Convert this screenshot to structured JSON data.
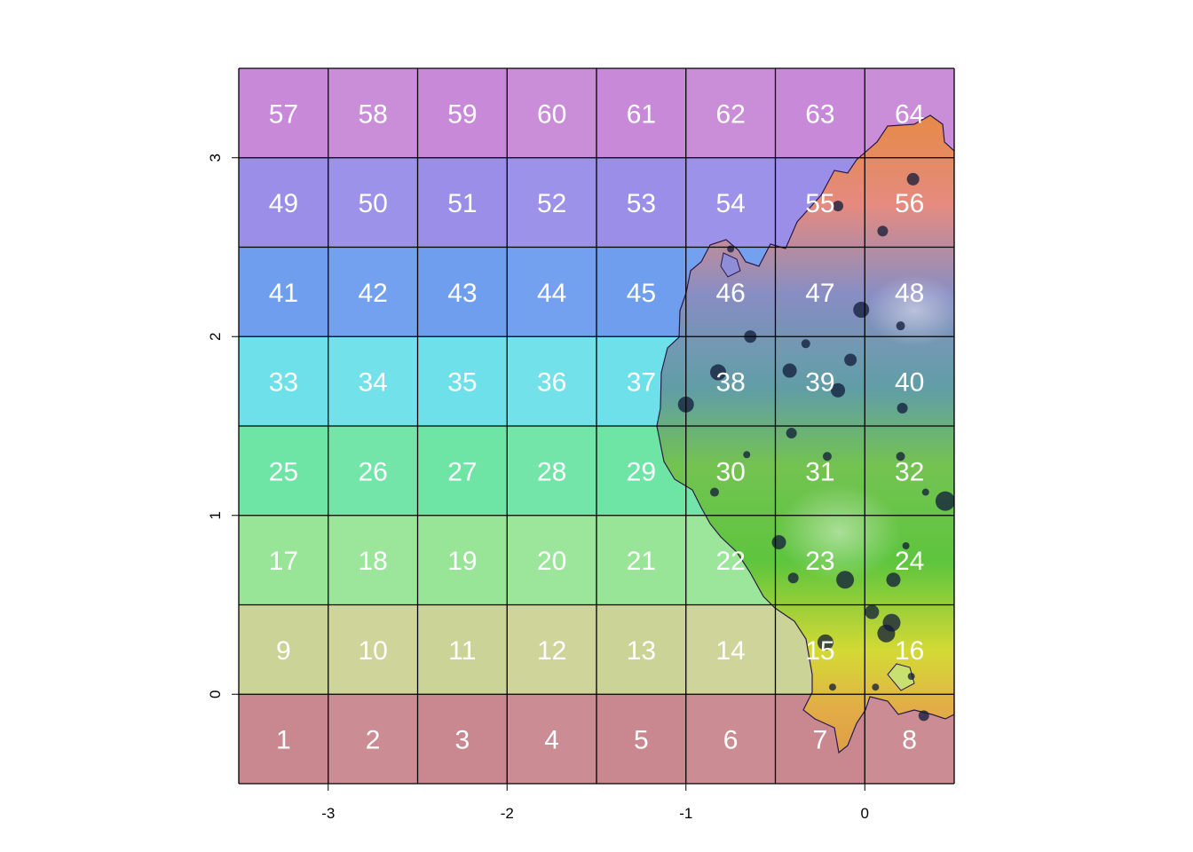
{
  "map": {
    "x_axis_ticks": [
      "-3",
      "-2",
      "-1",
      "0"
    ],
    "y_axis_ticks": [
      "0",
      "1",
      "2",
      "3"
    ],
    "grid": {
      "columns": 8,
      "rows": 8,
      "x_range": [
        -3.5,
        0.5
      ],
      "y_range": [
        -0.5,
        3.5
      ],
      "cell_size": 0.5,
      "numbering": "row-major from bottom-left",
      "labels": [
        "1",
        "2",
        "3",
        "4",
        "5",
        "6",
        "7",
        "8",
        "9",
        "10",
        "11",
        "12",
        "13",
        "14",
        "15",
        "16",
        "17",
        "18",
        "19",
        "20",
        "21",
        "22",
        "23",
        "24",
        "25",
        "26",
        "27",
        "28",
        "29",
        "30",
        "31",
        "32",
        "33",
        "34",
        "35",
        "36",
        "37",
        "38",
        "39",
        "40",
        "41",
        "42",
        "43",
        "44",
        "45",
        "46",
        "47",
        "48",
        "49",
        "50",
        "51",
        "52",
        "53",
        "54",
        "55",
        "56",
        "57",
        "58",
        "59",
        "60",
        "61",
        "62",
        "63",
        "64"
      ],
      "row_colors": [
        "#c98890",
        "#ccd397",
        "#98e597",
        "#6ee4a5",
        "#6ee0e9",
        "#6f9eee",
        "#9a8ee8",
        "#c88ad8"
      ],
      "cell_label_color": "#ffffff",
      "grid_line_color": "#000000"
    },
    "terrain": {
      "description_colors": {
        "south_orange": "#e0a040",
        "yellow_band": "#d8dc2c",
        "green_band": "#5cc43a",
        "teal_band": "#5f9aa0",
        "blue_band": "#7a8cc8",
        "salmon_north": "#ec8a76",
        "orange_tip": "#e88a3a"
      },
      "outline_color": "#1a1a5a"
    },
    "points": [
      {
        "x": -1.0,
        "y": 1.62,
        "r": 9
      },
      {
        "x": -0.82,
        "y": 1.8,
        "r": 9
      },
      {
        "x": -0.64,
        "y": 2.0,
        "r": 7
      },
      {
        "x": -0.42,
        "y": 1.81,
        "r": 8
      },
      {
        "x": -0.08,
        "y": 1.87,
        "r": 7
      },
      {
        "x": -0.15,
        "y": 1.7,
        "r": 8
      },
      {
        "x": 0.21,
        "y": 1.6,
        "r": 6
      },
      {
        "x": -0.41,
        "y": 1.46,
        "r": 6
      },
      {
        "x": -0.21,
        "y": 1.33,
        "r": 5
      },
      {
        "x": 0.2,
        "y": 1.33,
        "r": 5
      },
      {
        "x": 0.45,
        "y": 1.08,
        "r": 11
      },
      {
        "x": -0.48,
        "y": 0.85,
        "r": 8
      },
      {
        "x": -0.4,
        "y": 0.65,
        "r": 6
      },
      {
        "x": -0.11,
        "y": 0.64,
        "r": 10
      },
      {
        "x": 0.16,
        "y": 0.64,
        "r": 8
      },
      {
        "x": 0.04,
        "y": 0.46,
        "r": 8
      },
      {
        "x": 0.15,
        "y": 0.4,
        "r": 10
      },
      {
        "x": 0.12,
        "y": 0.34,
        "r": 10
      },
      {
        "x": -0.22,
        "y": 0.29,
        "r": 9
      },
      {
        "x": -0.02,
        "y": 2.15,
        "r": 9
      },
      {
        "x": 0.27,
        "y": 2.88,
        "r": 7
      },
      {
        "x": 0.1,
        "y": 2.59,
        "r": 6
      },
      {
        "x": -0.15,
        "y": 2.73,
        "r": 6
      },
      {
        "x": 0.34,
        "y": 1.13,
        "r": 4
      },
      {
        "x": -0.84,
        "y": 1.13,
        "r": 5
      },
      {
        "x": 0.33,
        "y": -0.12,
        "r": 6
      },
      {
        "x": -0.66,
        "y": 1.34,
        "r": 4
      },
      {
        "x": -0.33,
        "y": 1.96,
        "r": 5
      },
      {
        "x": 0.2,
        "y": 2.06,
        "r": 5
      },
      {
        "x": -0.75,
        "y": 2.49,
        "r": 4
      },
      {
        "x": 0.23,
        "y": 0.83,
        "r": 4
      },
      {
        "x": -0.18,
        "y": 0.04,
        "r": 4
      },
      {
        "x": 0.06,
        "y": 0.04,
        "r": 4
      },
      {
        "x": 0.26,
        "y": 0.1,
        "r": 4
      }
    ]
  }
}
